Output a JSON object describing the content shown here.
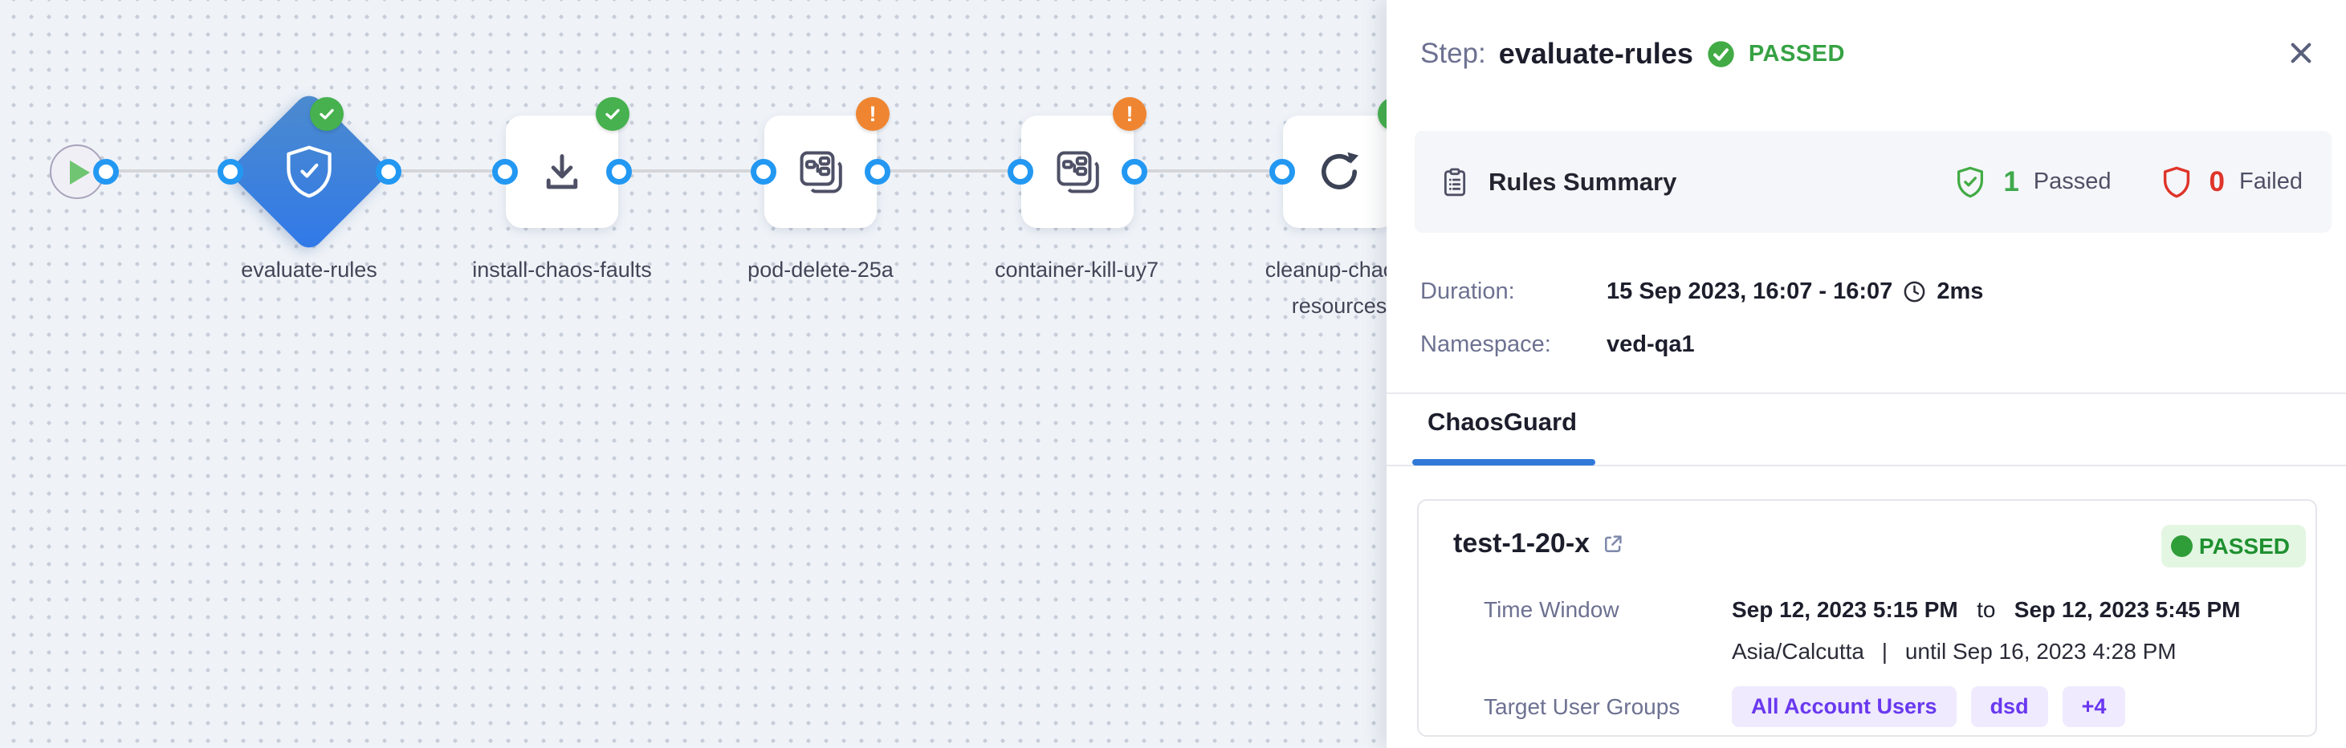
{
  "canvas": {
    "nodes": [
      {
        "id": "start",
        "label": ""
      },
      {
        "id": "evaluate-rules",
        "label": "evaluate-rules",
        "status": "passed"
      },
      {
        "id": "install-chaos-faults",
        "label": "install-chaos-faults",
        "status": "passed"
      },
      {
        "id": "pod-delete-25a",
        "label": "pod-delete-25a",
        "status": "warning"
      },
      {
        "id": "container-kill-uy7",
        "label": "container-kill-uy7",
        "status": "warning"
      },
      {
        "id": "cleanup-chaos-resources",
        "label": "cleanup-chaos-resources",
        "status": "passed"
      }
    ],
    "badge_warning_glyph": "!"
  },
  "panel": {
    "header": {
      "step_label": "Step:",
      "title": "evaluate-rules",
      "status": "PASSED"
    },
    "rules": {
      "title": "Rules Summary",
      "passed_count": "1",
      "passed_label": "Passed",
      "failed_count": "0",
      "failed_label": "Failed"
    },
    "meta": {
      "duration_label": "Duration:",
      "duration_value": "15 Sep 2023, 16:07 - 16:07",
      "duration_time": "2ms",
      "namespace_label": "Namespace:",
      "namespace_value": "ved-qa1"
    },
    "tab": {
      "label": "ChaosGuard"
    },
    "card": {
      "title": "test-1-20-x",
      "status": "PASSED",
      "time_window_label": "Time Window",
      "time_start": "Sep 12, 2023 5:15 PM",
      "time_join": "to",
      "time_end": "Sep 12, 2023 5:45 PM",
      "timezone": "Asia/Calcutta",
      "separator": "|",
      "until_text": "until Sep 16, 2023 4:28 PM",
      "groups_label": "Target User Groups",
      "groups": [
        "All Account Users",
        "dsd",
        "+4"
      ]
    }
  },
  "colors": {
    "accent_blue": "#3079d8",
    "node_blue_gradient_start": "#4d8bcd",
    "node_blue_gradient_end": "#3079e9",
    "success_green": "#46b14e",
    "warning_orange": "#ef8531",
    "fail_red": "#df342a",
    "purple_pill_text": "#6938ef"
  }
}
